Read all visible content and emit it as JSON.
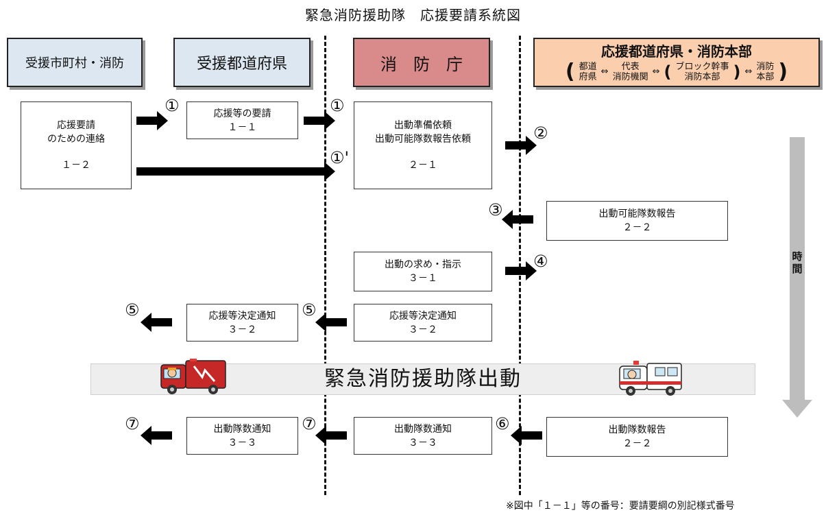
{
  "title": "緊急消防援助隊　応援要請系統図",
  "headers": {
    "municipality": "受援市町村・消防",
    "prefecture": "受援都道府県",
    "fdma": "消　防　庁",
    "support": {
      "title": "応援都道府県・消防本部",
      "item1": [
        "都道",
        "府県"
      ],
      "arrow1": "⇔",
      "item2": [
        "代表",
        "消防機関"
      ],
      "arrow2": "⇔",
      "item3": [
        "ブロック幹事",
        "消防本部"
      ],
      "arrow3": "⇔",
      "item4": [
        "消防",
        "本部"
      ]
    }
  },
  "boxes": {
    "muni_contact": [
      "応援要請",
      "のための連絡",
      "１－２"
    ],
    "pref_request": [
      "応援等の要請",
      "１－１"
    ],
    "fdma_prep": [
      "出動準備依頼",
      "出動可能隊数報告依頼",
      "２－１"
    ],
    "support_report": [
      "出動可能隊数報告",
      "２－２"
    ],
    "fdma_instruct": [
      "出動の求め・指示",
      "３－１"
    ],
    "pref_notice": [
      "応援等決定通知",
      "３－２"
    ],
    "fdma_notice": [
      "応援等決定通知",
      "３－２"
    ],
    "pref_count": [
      "出動隊数通知",
      "３－３"
    ],
    "fdma_count": [
      "出動隊数通知",
      "３－３"
    ],
    "support_count": [
      "出動隊数報告",
      "２－２"
    ]
  },
  "steps": {
    "s1a": "①",
    "s1b": "①",
    "s1c": "①'",
    "s2": "②",
    "s3": "③",
    "s4": "④",
    "s5a": "⑤",
    "s5b": "⑤",
    "s6": "⑥",
    "s7a": "⑦",
    "s7b": "⑦"
  },
  "band_text": "緊急消防援助隊出動",
  "time_label": "時間",
  "footnote": "※図中「１－１」等の番号：要請要綱の別記様式番号",
  "colors": {
    "header_blue": "#dde7f1",
    "header_red": "#d98a8a",
    "header_orange": "#fbcfae",
    "band": "#eeeeee",
    "time_arrow": "#bdbdbd",
    "arrow": "#000000",
    "truck_red": "#c62828",
    "ambulance_red": "#d32f2f"
  }
}
